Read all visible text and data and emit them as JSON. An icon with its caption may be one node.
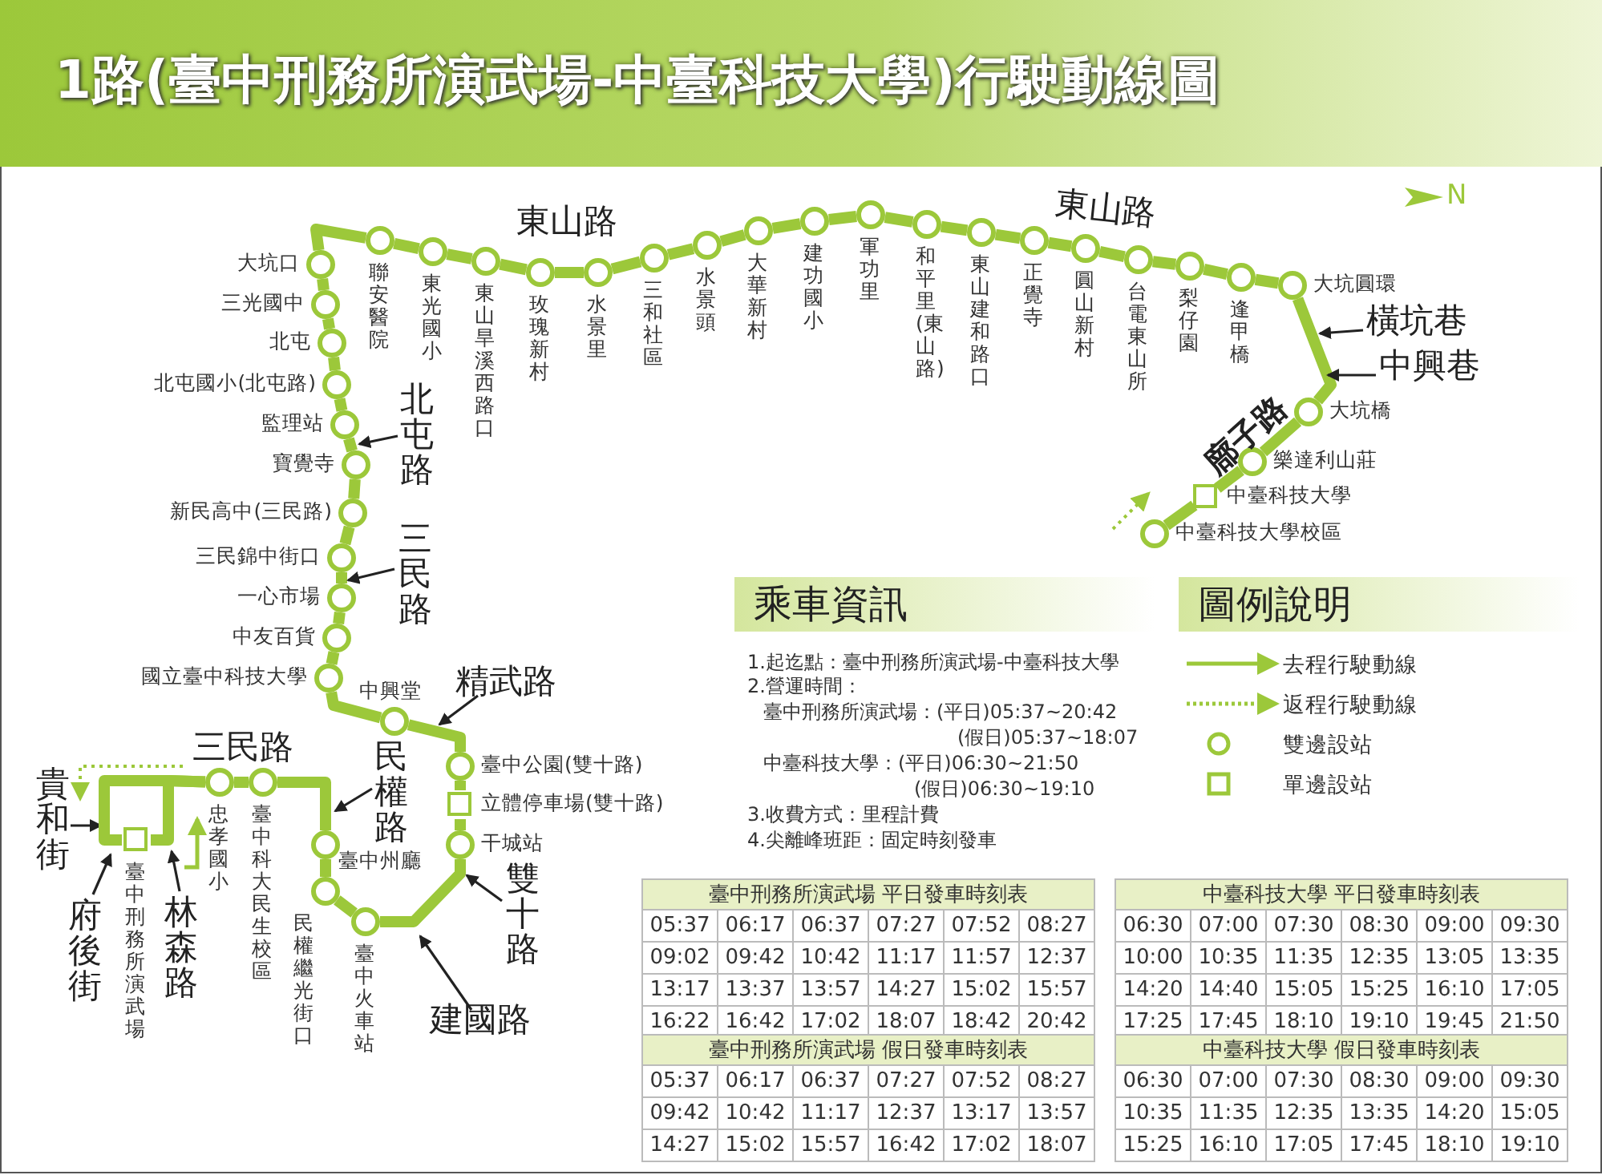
{
  "diagram": {
    "title": "1路(臺中刑務所演武場-中臺科技大學)行駛動線圖",
    "nodes": [
      {
        "text": [],
        "shape": "box",
        "beside": [
          "臺中刑務所演武場"
        ]
      },
      {
        "text": [],
        "shape": "circle",
        "beside": [
          "忠孝國小"
        ]
      },
      {
        "text": [],
        "shape": "circle",
        "beside": [
          "臺中科大民生校區"
        ]
      },
      {
        "text": [],
        "shape": "circle",
        "beside": [
          "臺中州廳"
        ]
      },
      {
        "text": [],
        "shape": "circle",
        "beside": [
          "民權繼光街口"
        ]
      },
      {
        "text": [],
        "shape": "circle",
        "beside": [
          "臺中火車站"
        ]
      },
      {
        "text": [],
        "shape": "circle",
        "beside": [
          "干城站"
        ]
      },
      {
        "text": [],
        "shape": "box",
        "beside": [
          "立體停車場(雙十路)"
        ]
      },
      {
        "text": [],
        "shape": "circle",
        "beside": [
          "臺中公園(雙十路)"
        ]
      },
      {
        "text": [],
        "shape": "circle",
        "beside": [
          "中興堂"
        ]
      },
      {
        "text": [],
        "shape": "circle",
        "beside": [
          "國立臺中科技大學"
        ]
      },
      {
        "text": [],
        "shape": "circle",
        "beside": [
          "中友百貨"
        ]
      },
      {
        "text": [],
        "shape": "circle",
        "beside": [
          "一心市場"
        ]
      },
      {
        "text": [],
        "shape": "circle",
        "beside": [
          "三民錦中街口"
        ]
      },
      {
        "text": [],
        "shape": "circle",
        "beside": [
          "新民高中(三民路)"
        ]
      },
      {
        "text": [],
        "shape": "circle",
        "beside": [
          "寶覺寺"
        ]
      },
      {
        "text": [],
        "shape": "circle",
        "beside": [
          "監理站"
        ]
      },
      {
        "text": [],
        "shape": "circle",
        "beside": [
          "北屯國小(北屯路)"
        ]
      },
      {
        "text": [],
        "shape": "circle",
        "beside": [
          "北屯"
        ]
      },
      {
        "text": [],
        "shape": "circle",
        "beside": [
          "三光國中"
        ]
      },
      {
        "text": [],
        "shape": "circle",
        "beside": [
          "大坑口"
        ]
      },
      {
        "text": [],
        "shape": "circle",
        "beside": [
          "聯安醫院"
        ]
      },
      {
        "text": [],
        "shape": "circle",
        "beside": [
          "東光國小"
        ]
      },
      {
        "text": [],
        "shape": "circle",
        "beside": [
          "東山旱溪西路口"
        ]
      },
      {
        "text": [],
        "shape": "circle",
        "beside": [
          "玫瑰新村"
        ]
      },
      {
        "text": [],
        "shape": "circle",
        "beside": [
          "水景里"
        ]
      },
      {
        "text": [],
        "shape": "circle",
        "beside": [
          "三和社區"
        ]
      },
      {
        "text": [],
        "shape": "circle",
        "beside": [
          "水景頭"
        ]
      },
      {
        "text": [],
        "shape": "circle",
        "beside": [
          "大華新村"
        ]
      },
      {
        "text": [],
        "shape": "circle",
        "beside": [
          "建功國小"
        ]
      },
      {
        "text": [],
        "shape": "circle",
        "beside": [
          "軍功里"
        ]
      },
      {
        "text": [],
        "shape": "circle",
        "beside": [
          "和平里(東山路)"
        ]
      },
      {
        "text": [],
        "shape": "circle",
        "beside": [
          "東山建和路口"
        ]
      },
      {
        "text": [],
        "shape": "circle",
        "beside": [
          "正覺寺"
        ]
      },
      {
        "text": [],
        "shape": "circle",
        "beside": [
          "圓山新村"
        ]
      },
      {
        "text": [],
        "shape": "circle",
        "beside": [
          "台電東山所"
        ]
      },
      {
        "text": [],
        "shape": "circle",
        "beside": [
          "梨仔園"
        ]
      },
      {
        "text": [],
        "shape": "circle",
        "beside": [
          "逢甲橋"
        ]
      },
      {
        "text": [],
        "shape": "circle",
        "beside": [
          "大坑圓環"
        ]
      },
      {
        "text": [],
        "shape": "circle",
        "beside": [
          "大坑橋"
        ]
      },
      {
        "text": [],
        "shape": "circle",
        "beside": [
          "樂達利山莊"
        ]
      },
      {
        "text": [],
        "shape": "box",
        "beside": [
          "中臺科技大學"
        ]
      },
      {
        "text": [],
        "shape": "circle",
        "beside": [
          "中臺科技大學校區"
        ]
      },
      {
        "text": [
          "北屯路"
        ]
      },
      {
        "text": [
          "三民路"
        ]
      },
      {
        "text": [
          "精武路"
        ]
      },
      {
        "text": [
          "民權路"
        ]
      },
      {
        "text": [
          "貴和街"
        ]
      },
      {
        "text": [
          "府後街"
        ]
      },
      {
        "text": [
          "林森路"
        ]
      },
      {
        "text": [
          "雙十路"
        ]
      },
      {
        "text": [
          "建國路"
        ]
      },
      {
        "text": [
          "橫坑巷"
        ]
      },
      {
        "text": [
          "中興巷"
        ]
      },
      {
        "text": [
          "乘車資訊"
        ]
      },
      {
        "text": [
          "圖例說明"
        ]
      }
    ],
    "edges": [
      {
        "from": 0,
        "to": 1,
        "arrow": "none"
      },
      {
        "from": 1,
        "to": 2,
        "arrow": "none"
      },
      {
        "from": 2,
        "to": 3,
        "arrow": "none"
      },
      {
        "from": 3,
        "to": 4,
        "arrow": "none"
      },
      {
        "from": 4,
        "to": 5,
        "arrow": "none"
      },
      {
        "from": 5,
        "to": 6,
        "arrow": "none"
      },
      {
        "from": 6,
        "to": 7,
        "arrow": "none"
      },
      {
        "from": 7,
        "to": 8,
        "arrow": "none"
      },
      {
        "from": 8,
        "to": 9,
        "arrow": "none"
      },
      {
        "from": 9,
        "to": 10,
        "arrow": "none"
      },
      {
        "from": 10,
        "to": 11,
        "arrow": "none"
      },
      {
        "from": 11,
        "to": 12,
        "arrow": "none"
      },
      {
        "from": 12,
        "to": 13,
        "arrow": "none"
      },
      {
        "from": 13,
        "to": 14,
        "arrow": "none"
      },
      {
        "from": 14,
        "to": 15,
        "arrow": "none"
      },
      {
        "from": 15,
        "to": 16,
        "arrow": "none"
      },
      {
        "from": 16,
        "to": 17,
        "arrow": "none"
      },
      {
        "from": 17,
        "to": 18,
        "arrow": "none"
      },
      {
        "from": 18,
        "to": 19,
        "arrow": "none"
      },
      {
        "from": 19,
        "to": 20,
        "arrow": "none"
      },
      {
        "from": 20,
        "to": 21,
        "arrow": "none"
      },
      {
        "from": 21,
        "to": 22,
        "arrow": "none"
      },
      {
        "from": 22,
        "to": 23,
        "arrow": "none"
      },
      {
        "from": 23,
        "to": 24,
        "arrow": "none"
      },
      {
        "from": 24,
        "to": 25,
        "arrow": "none"
      },
      {
        "from": 25,
        "to": 26,
        "arrow": "none"
      },
      {
        "from": 26,
        "to": 27,
        "arrow": "none"
      },
      {
        "from": 27,
        "to": 28,
        "arrow": "none"
      },
      {
        "from": 28,
        "to": 29,
        "arrow": "none"
      },
      {
        "from": 29,
        "to": 30,
        "arrow": "none"
      },
      {
        "from": 30,
        "to": 31,
        "arrow": "none"
      },
      {
        "from": 31,
        "to": 32,
        "arrow": "none"
      },
      {
        "from": 32,
        "to": 33,
        "arrow": "none"
      },
      {
        "from": 33,
        "to": 34,
        "arrow": "none"
      },
      {
        "from": 34,
        "to": 35,
        "arrow": "none"
      },
      {
        "from": 35,
        "to": 36,
        "arrow": "none"
      },
      {
        "from": 36,
        "to": 37,
        "arrow": "none"
      },
      {
        "from": 37,
        "to": 38,
        "arrow": "none"
      },
      {
        "from": 38,
        "to": 39,
        "arrow": "none"
      },
      {
        "from": 39,
        "to": 40,
        "arrow": "none"
      },
      {
        "from": 40,
        "to": 41,
        "arrow": "none"
      },
      {
        "from": 41,
        "to": 42,
        "arrow": "none"
      },
      {
        "from": 43,
        "to": 15,
        "arrow": "to",
        "color": "#222222"
      },
      {
        "from": 44,
        "to": 12,
        "arrow": "to",
        "color": "#222222"
      },
      {
        "from": 45,
        "to": null,
        "arrow": "to",
        "color": "#222222"
      },
      {
        "from": 46,
        "to": 3,
        "arrow": "to",
        "color": "#222222"
      },
      {
        "from": 47,
        "to": 0,
        "arrow": "to",
        "color": "#222222"
      },
      {
        "from": 48,
        "to": 0,
        "arrow": "to",
        "color": "#222222"
      },
      {
        "from": 49,
        "to": 0,
        "arrow": "to",
        "color": "#222222"
      },
      {
        "from": 50,
        "to": 6,
        "arrow": "to",
        "color": "#222222"
      },
      {
        "from": 51,
        "to": 5,
        "arrow": "to",
        "color": "#222222"
      },
      {
        "from": 52,
        "to": null,
        "arrow": "to",
        "color": "#222222"
      },
      {
        "from": 53,
        "to": 39,
        "arrow": "to",
        "color": "#222222"
      },
      {
        "from": 1,
        "to": 0,
        "arrow": "none"
      }
    ],
    "labels": [
      "N",
      "東山路",
      "東山路",
      "三民路",
      "廍子路",
      "1.起迄點：臺中刑務所演武場-中臺科技大學",
      "2.營運時間：",
      "臺中刑務所演武場：(平日)05:37~20:42",
      "(假日)05:37~18:07",
      "中臺科技大學：(平日)06:30~21:50",
      "(假日)06:30~19:10",
      "3.收費方式：里程計費",
      "4.尖離峰班距：固定時刻發車",
      "臺中刑務所演武場 平日發車時刻表",
      "05:37",
      "06:17",
      "06:37",
      "07:27",
      "07:52",
      "08:27",
      "09:02",
      "09:42",
      "10:42",
      "11:17",
      "11:57",
      "12:37",
      "13:17",
      "13:37",
      "13:57",
      "14:27",
      "15:02",
      "15:57",
      "16:22",
      "16:42",
      "17:02",
      "18:07",
      "18:42",
      "20:42",
      "中臺科技大學 平日發車時刻表",
      "06:30",
      "07:00",
      "07:30",
      "08:30",
      "09:00",
      "09:30",
      "10:00",
      "10:35",
      "11:35",
      "12:35",
      "13:05",
      "13:35",
      "14:20",
      "14:40",
      "15:05",
      "15:25",
      "16:10",
      "17:05",
      "17:25",
      "17:45",
      "18:10",
      "19:10",
      "19:45",
      "21:50",
      "臺中刑務所演武場 假日發車時刻表",
      "05:37",
      "06:17",
      "06:37",
      "07:27",
      "07:52",
      "08:27",
      "09:42",
      "10:42",
      "11:17",
      "12:37",
      "13:17",
      "13:57",
      "14:27",
      "15:02",
      "15:57",
      "16:42",
      "17:02",
      "18:07",
      "中臺科技大學 假日發車時刻表",
      "06:30",
      "07:00",
      "07:30",
      "08:30",
      "09:00",
      "09:30",
      "10:35",
      "11:35",
      "12:35",
      "13:35",
      "14:20",
      "15:05",
      "15:25",
      "16:10",
      "17:05",
      "17:45",
      "18:10",
      "19:10"
    ],
    "legend": [
      {
        "text": "去程行駛動線"
      },
      {
        "text": "返程行駛動線"
      },
      {
        "text": "雙邊設站"
      },
      {
        "text": "單邊設站"
      }
    ]
  }
}
